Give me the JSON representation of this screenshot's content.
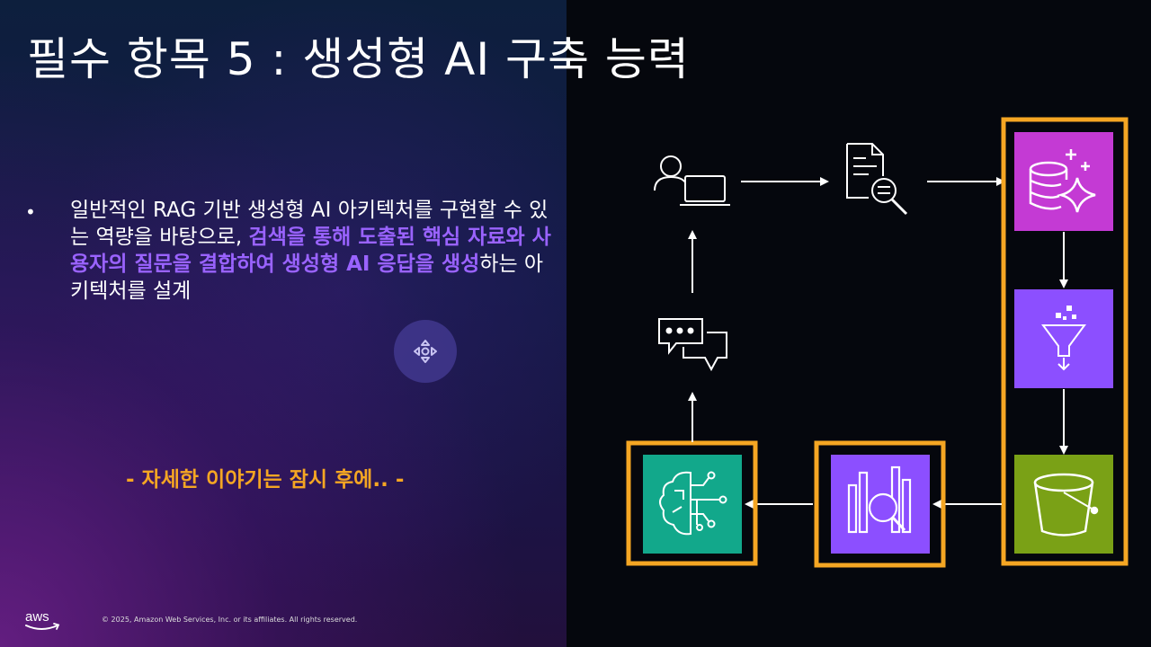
{
  "slide": {
    "title": "필수 항목 5 : 생성형 AI 구축 능력",
    "bullet_marker": "•",
    "bullet": {
      "part1": "일반적인 RAG 기반 생성형 AI 아키텍처를 구현할 수 있는 역량을 바탕으로, ",
      "highlight": "검색을 통해 도출된 핵심 자료와 사용자의 질문을 결합하여 생성형 AI 응답을 생성",
      "part2": "하는 아키텍처를 설계"
    },
    "note": "- 자세한 이야기는 잠시 후에.. -",
    "footer": {
      "logo_text": "aws",
      "copyright": "© 2025, Amazon Web Services, Inc. or its affiliates. All rights reserved."
    }
  },
  "diagram": {
    "icons": [
      "user-laptop-icon",
      "document-search-icon",
      "knowledge-base-icon",
      "data-ingestion-icon",
      "s3-bucket-icon",
      "chat-icon",
      "opensearch-icon",
      "bedrock-model-icon",
      "move-icon"
    ],
    "colors": {
      "highlight_border": "#f5a623",
      "knowledge_base": "#c43ad4",
      "data_ingestion": "#8c4fff",
      "s3_bucket": "#7aa116",
      "opensearch": "#8c4fff",
      "bedrock_model": "#12a88b",
      "highlight_text": "#9a63ff",
      "note_text": "#f5a623"
    }
  }
}
